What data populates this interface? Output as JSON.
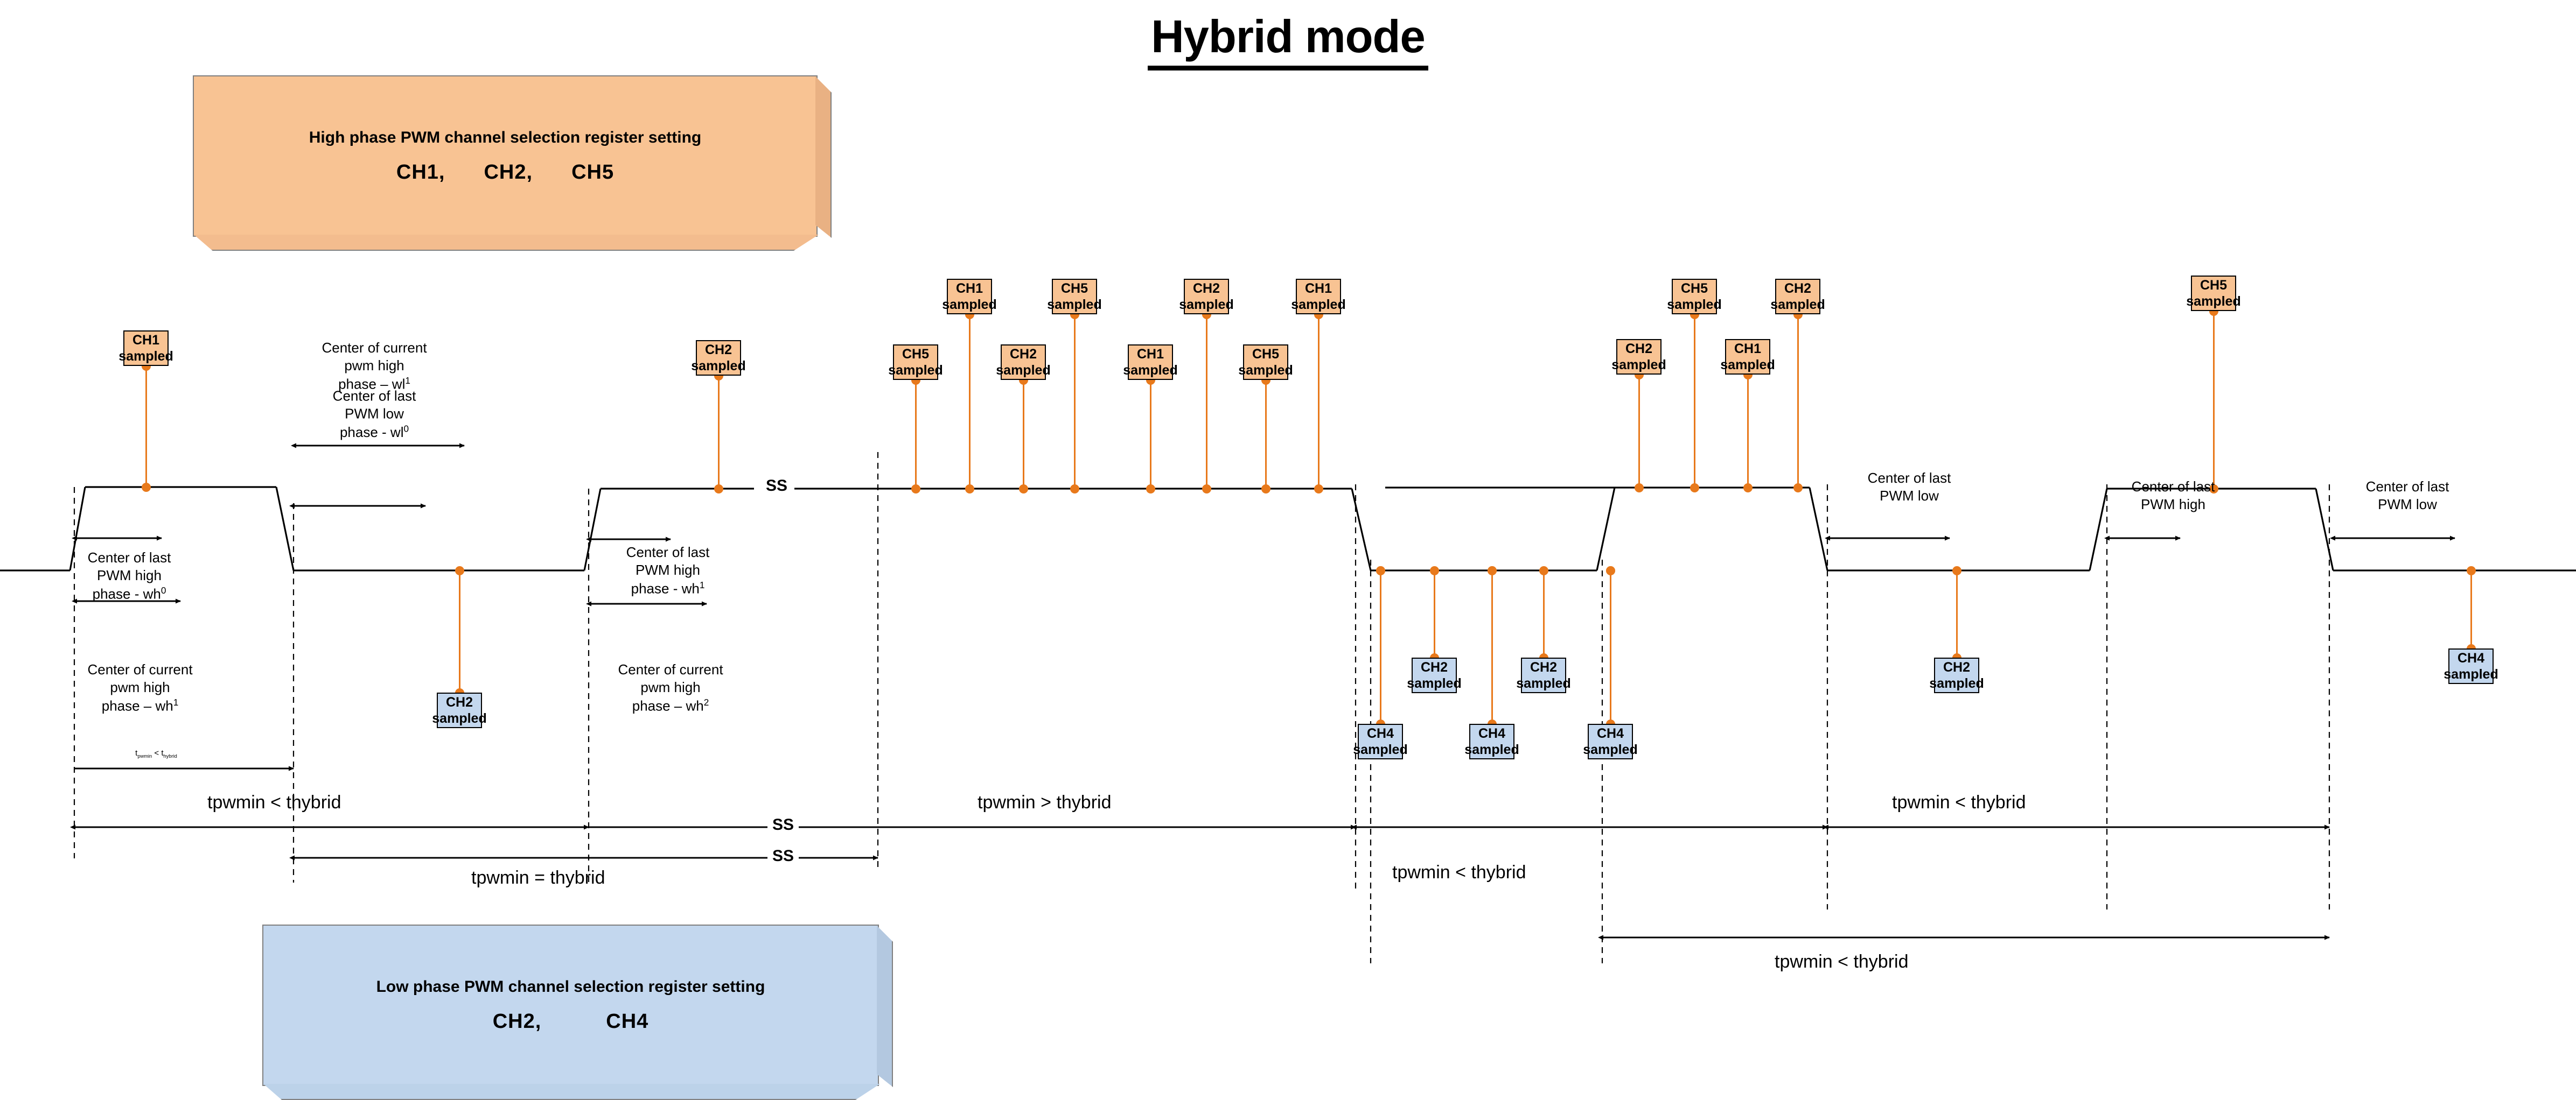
{
  "title": "Hybrid mode",
  "legend_high": {
    "title": "High phase PWM channel selection register setting",
    "channels": [
      "CH1,",
      "CH2,",
      "CH5"
    ]
  },
  "legend_low": {
    "title": "Low phase PWM channel selection register setting",
    "channels": [
      "CH2,",
      "CH4"
    ]
  },
  "sample_tags_high": [
    {
      "ch": "CH1",
      "state": "sampled"
    },
    {
      "ch": "CH2",
      "state": "sampled"
    },
    {
      "ch": "CH5",
      "state": "sampled"
    },
    {
      "ch": "CH1",
      "state": "sampled"
    },
    {
      "ch": "CH2",
      "state": "sampled"
    },
    {
      "ch": "CH5",
      "state": "sampled"
    },
    {
      "ch": "CH1",
      "state": "sampled"
    },
    {
      "ch": "CH2",
      "state": "sampled"
    },
    {
      "ch": "CH5",
      "state": "sampled"
    },
    {
      "ch": "CH1",
      "state": "sampled"
    },
    {
      "ch": "CH2",
      "state": "sampled"
    },
    {
      "ch": "CH5",
      "state": "sampled"
    },
    {
      "ch": "CH1",
      "state": "sampled"
    },
    {
      "ch": "CH2",
      "state": "sampled"
    },
    {
      "ch": "CH5",
      "state": "sampled"
    }
  ],
  "sample_tags_low": [
    {
      "ch": "CH2",
      "state": "sampled"
    },
    {
      "ch": "CH4",
      "state": "sampled"
    },
    {
      "ch": "CH2",
      "state": "sampled"
    },
    {
      "ch": "CH4",
      "state": "sampled"
    },
    {
      "ch": "CH2",
      "state": "sampled"
    },
    {
      "ch": "CH4",
      "state": "sampled"
    },
    {
      "ch": "CH2",
      "state": "sampled"
    },
    {
      "ch": "CH4",
      "state": "sampled"
    }
  ],
  "annotations": {
    "center_last_pwm_high_wh0": "Center of last\nPWM high\nphase - wh",
    "center_current_pwm_high_wh1": "Center of current\npwm high\nphase – wh",
    "center_current_pwm_high_wl1": "Center of current\npwm high\nphase – wl",
    "center_last_pwm_low_wl0": "Center of last\nPWM low\nphase - wl",
    "center_last_pwm_high_wh1": "Center of last\nPWM high\nphase - wh",
    "center_current_pwm_high_wh2": "Center of current\npwm high\nphase – wh",
    "center_last_pwm_low": "Center of last\nPWM low",
    "center_last_pwm_high": "Center of last\nPWM high",
    "tiny_tpwmin": "t",
    "tiny_sub1": "pwmin",
    "tiny_op": " < t",
    "tiny_sub2": "hybrid"
  },
  "comparisons": [
    "tpwmin < thybrid",
    "tpwmin = thybrid",
    "tpwmin >  thybrid",
    "tpwmin <  thybrid",
    "tpwmin <  thybrid",
    "tpwmin <  thybrid",
    "tpwmin <  thybrid"
  ],
  "break_marker": "SS",
  "colors": {
    "high_fill": "#F8C393",
    "low_fill": "#C3D7EE",
    "dot": "#E8791B",
    "waveform": "#000000"
  }
}
